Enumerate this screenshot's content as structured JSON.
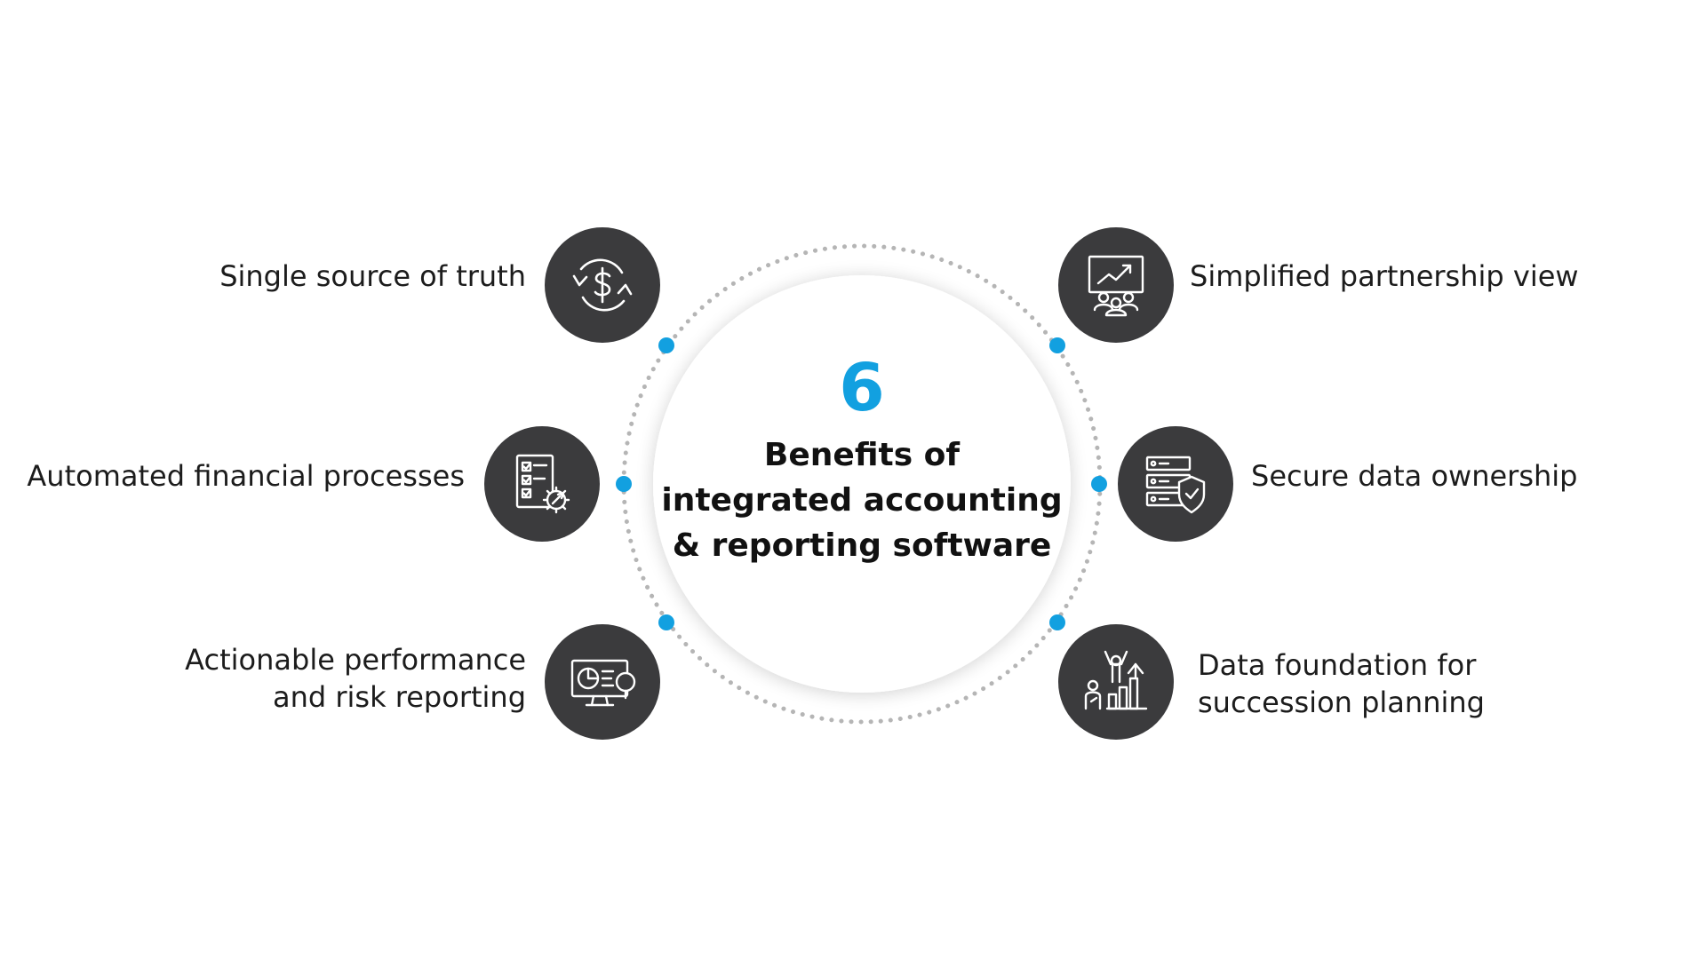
{
  "center": {
    "number": "6",
    "title_lines": [
      "Benefits of",
      "integrated accounting",
      "& reporting software"
    ]
  },
  "colors": {
    "accent": "#12a0e0",
    "badge": "#3b3b3d",
    "ring_dots": "#b5b5b5",
    "text": "#1c1c1c"
  },
  "benefits": [
    {
      "lines": [
        "Single source of truth"
      ],
      "icon": "dollar-cycle-icon"
    },
    {
      "lines": [
        "Automated financial processes"
      ],
      "icon": "checklist-gear-icon"
    },
    {
      "lines": [
        "Actionable performance",
        "and risk reporting"
      ],
      "icon": "monitor-chart-icon"
    },
    {
      "lines": [
        "Simplified partnership view"
      ],
      "icon": "presentation-team-icon"
    },
    {
      "lines": [
        "Secure data ownership"
      ],
      "icon": "server-shield-icon"
    },
    {
      "lines": [
        "Data foundation for",
        "succession planning"
      ],
      "icon": "growth-people-icon"
    }
  ]
}
